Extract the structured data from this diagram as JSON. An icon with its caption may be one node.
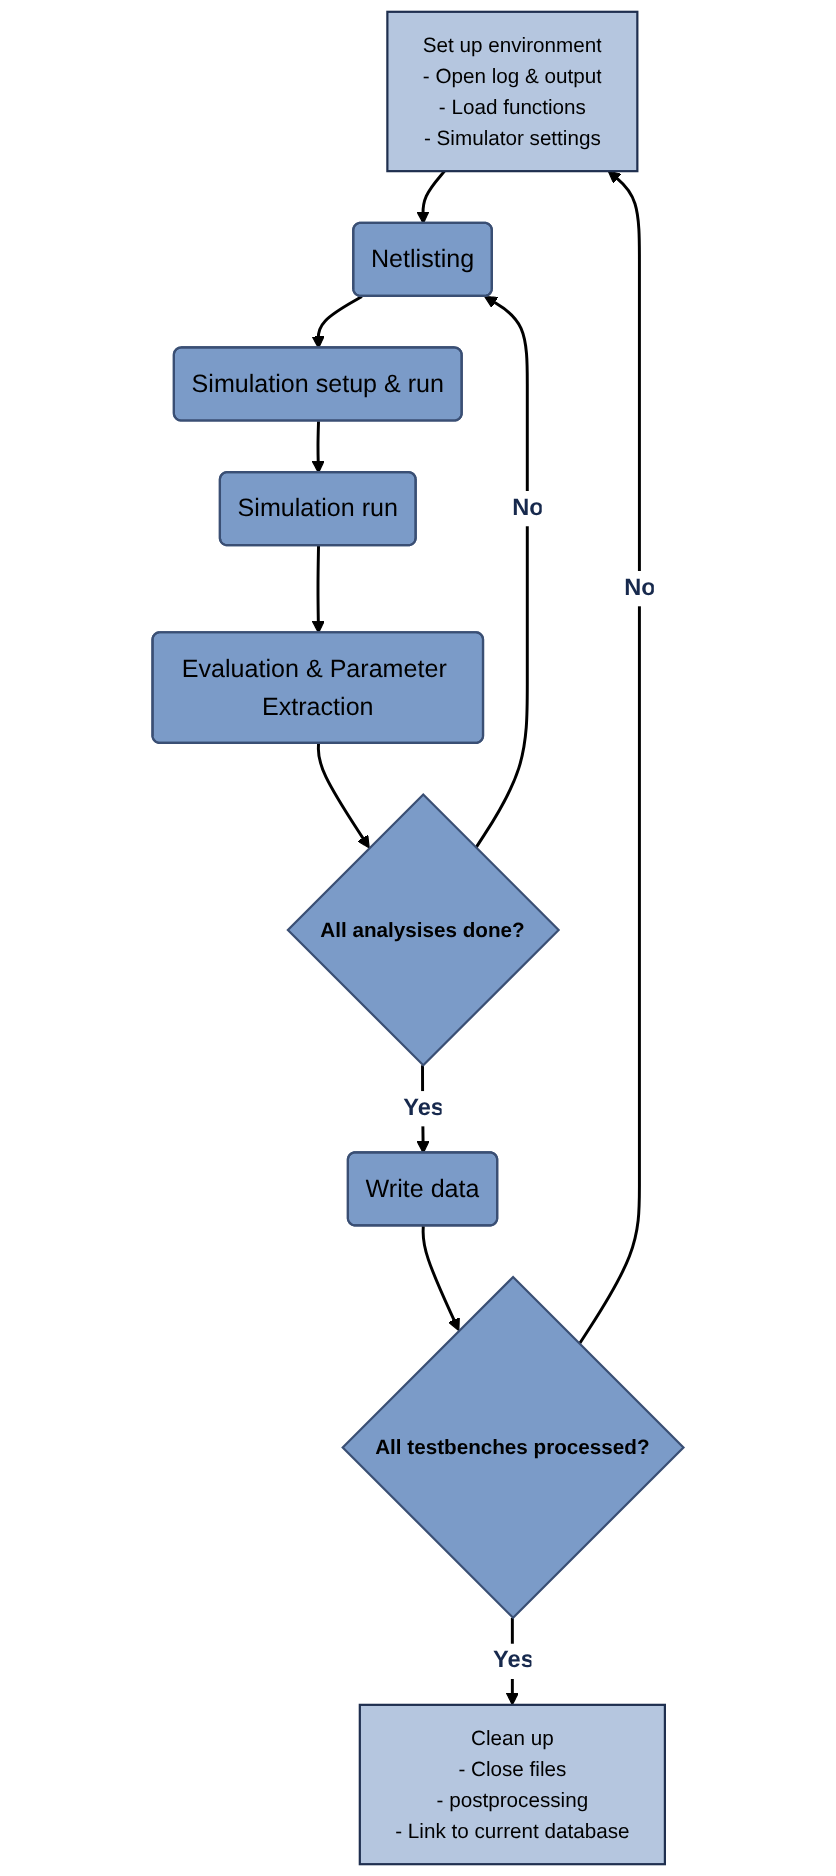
{
  "diagram": {
    "nodes": [
      {
        "text": [
          "Set up environment",
          "- Open log & output",
          "- Load functions",
          "- Simulator settings"
        ]
      },
      {
        "text": [
          "Netlisting"
        ]
      },
      {
        "text": [
          "Simulation setup & run"
        ]
      },
      {
        "text": [
          "Simulation run"
        ]
      },
      {
        "text": [
          "Evaluation & Parameter Extraction"
        ]
      },
      {
        "text": [
          "All analysises done?"
        ]
      },
      {
        "text": [
          "Write data"
        ]
      },
      {
        "text": [
          "All testbenches processed?"
        ]
      },
      {
        "text": [
          "Clean up",
          "- Close files",
          "- postprocessing",
          "- Link to current database"
        ]
      }
    ],
    "edges": [
      {
        "from": 0,
        "to": 1,
        "arrow": "to"
      },
      {
        "from": 1,
        "to": 2,
        "arrow": "to"
      },
      {
        "from": 2,
        "to": 3,
        "arrow": "to"
      },
      {
        "from": 3,
        "to": 4,
        "arrow": "to"
      },
      {
        "from": 4,
        "to": 5,
        "arrow": "to"
      },
      {
        "from": 5,
        "to": 1,
        "label": "No",
        "arrow": "to"
      },
      {
        "from": 5,
        "to": 6,
        "label": "Yes",
        "arrow": "to"
      },
      {
        "from": 6,
        "to": 7,
        "arrow": "to"
      },
      {
        "from": 7,
        "to": 0,
        "label": "No",
        "arrow": "to"
      },
      {
        "from": 7,
        "to": 8,
        "label": "Yes",
        "arrow": "to"
      }
    ]
  }
}
